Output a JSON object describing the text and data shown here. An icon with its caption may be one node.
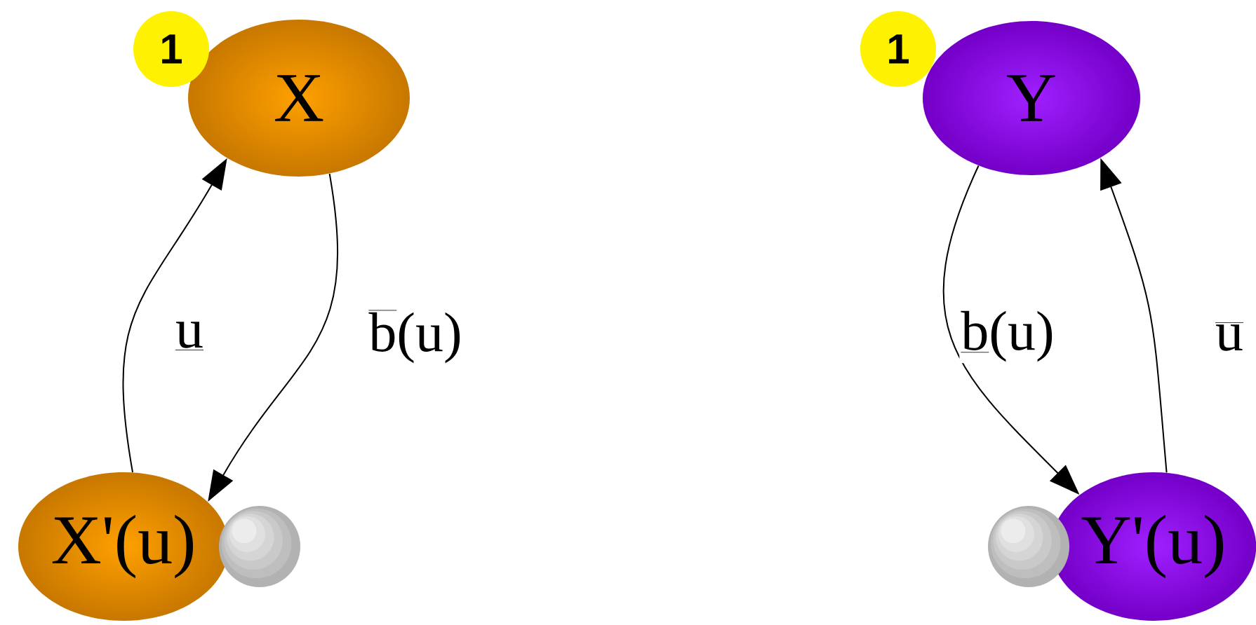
{
  "diagram": {
    "nodes": [
      {
        "text": [
          "X"
        ]
      },
      {
        "text": [
          "X'(u)"
        ]
      },
      {
        "text": [
          "Y"
        ]
      },
      {
        "text": [
          "Y'(u)"
        ]
      }
    ],
    "edges": [
      {
        "from": 1,
        "to": 0,
        "arrow": "to",
        "label": "\\underline{\\mbox{u}}"
      },
      {
        "from": 0,
        "to": 1,
        "arrow": "to",
        "label": "\\overline{\\mbox{b}}\\mbox{(u)}"
      },
      {
        "from": 2,
        "to": 3,
        "arrow": "to",
        "label": "\\underline{\\mbox{b}}\\mbox{(u)}"
      },
      {
        "from": 3,
        "to": 2,
        "arrow": "to",
        "label": "\\overline{\\mbox{u}}"
      }
    ],
    "labels": [
      "1",
      "1"
    ]
  }
}
